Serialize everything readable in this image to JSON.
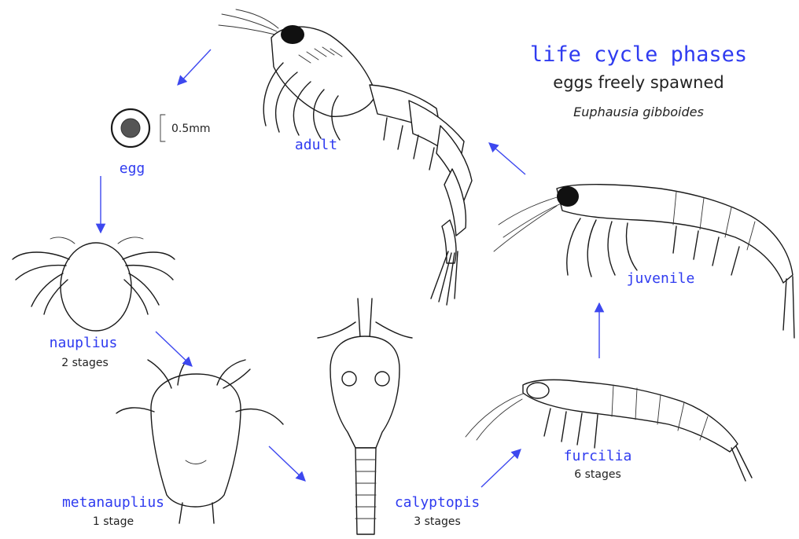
{
  "title": "life cycle phases",
  "subtitle": "eggs freely spawned",
  "species": "Euphausia gibboides",
  "scale_label": "0.5mm",
  "colors": {
    "label_blue": "#2f3bf0",
    "arrow_blue": "#3d48ef",
    "ink": "#1a1a1a"
  },
  "stages": [
    {
      "name": "adult",
      "count": ""
    },
    {
      "name": "egg",
      "count": ""
    },
    {
      "name": "nauplius",
      "count": "2 stages"
    },
    {
      "name": "metanauplius",
      "count": "1 stage"
    },
    {
      "name": "calyptopis",
      "count": "3 stages"
    },
    {
      "name": "furcilia",
      "count": "6 stages"
    },
    {
      "name": "juvenile",
      "count": ""
    }
  ]
}
